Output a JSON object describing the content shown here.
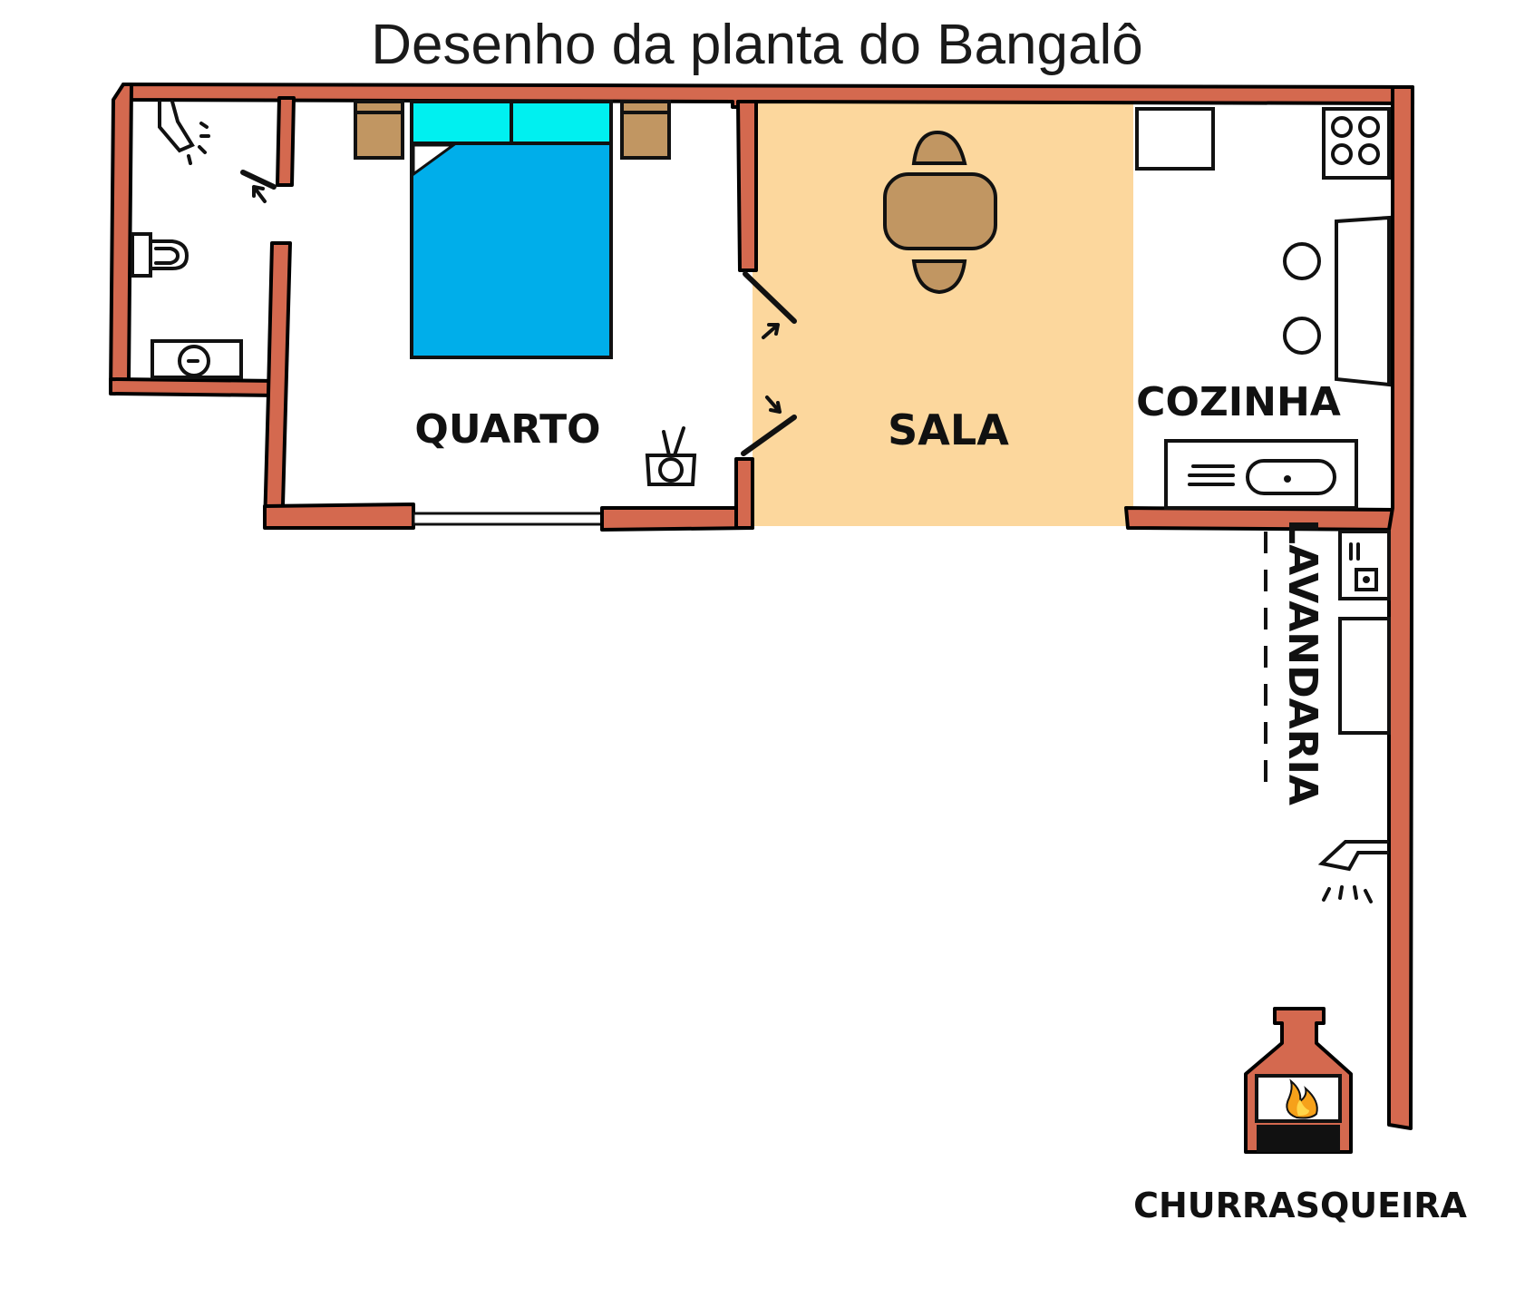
{
  "title": "Desenho da planta do Bangalô",
  "rooms": {
    "quarto": "QUARTO",
    "sala": "SALA",
    "cozinha": "COZINHA",
    "lavandaria": "LAVANDARIA",
    "churrasqueira": "CHURRASQUEIRA"
  },
  "colors": {
    "wall": "#d4694f",
    "sala_floor": "#fcd79d",
    "bed": "#00aeea",
    "pillows": "#00f0f0",
    "wood": "#c19662"
  }
}
